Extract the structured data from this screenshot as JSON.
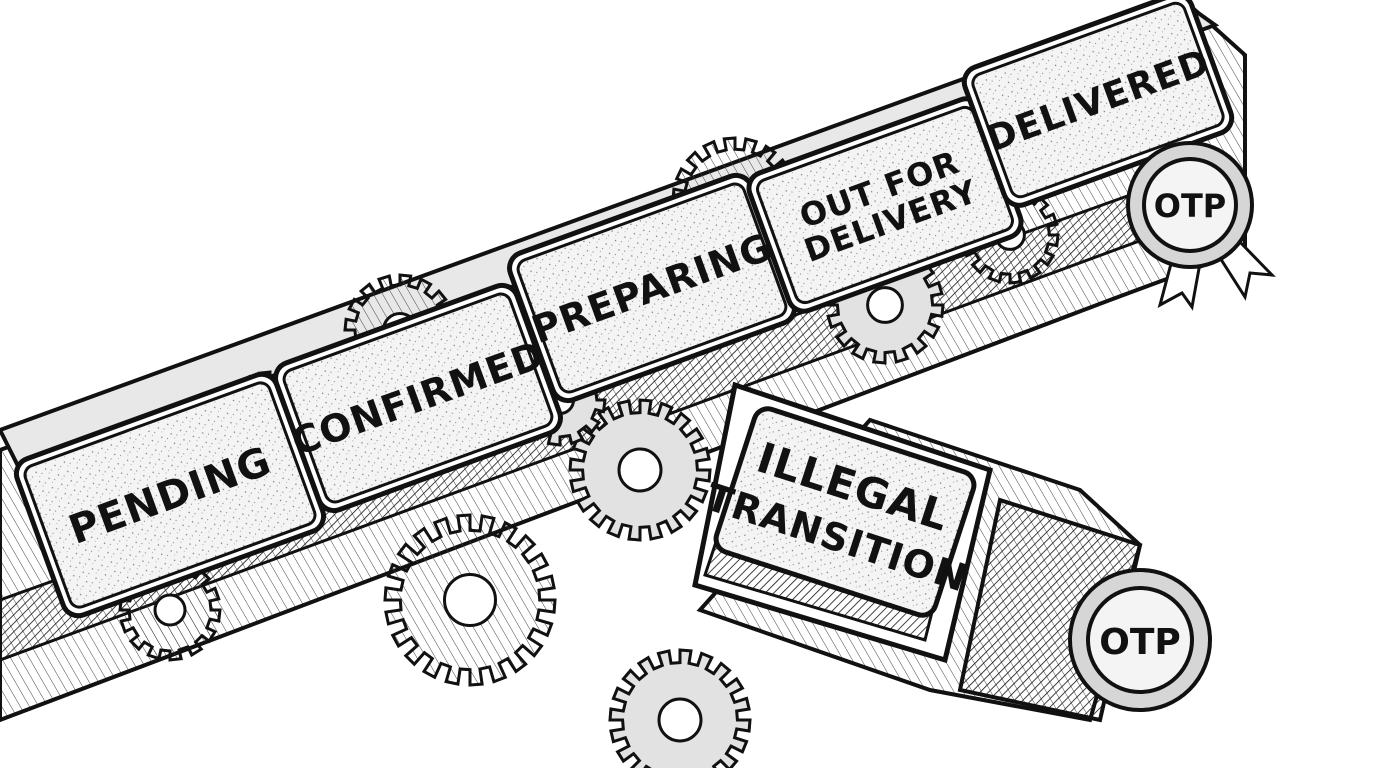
{
  "colors": {
    "ink": "#111111",
    "paper": "#ffffff",
    "plate_fill": "#f1f1f1",
    "shade": "#bdbdbd"
  },
  "pipeline": {
    "stages": [
      {
        "id": "pending",
        "lines": [
          "PENDING"
        ]
      },
      {
        "id": "confirmed",
        "lines": [
          "CONFIRMED"
        ]
      },
      {
        "id": "preparing",
        "lines": [
          "PREPARING"
        ]
      },
      {
        "id": "out-for-delivery",
        "lines": [
          "OUT FOR",
          "DELIVERY"
        ]
      },
      {
        "id": "delivered",
        "lines": [
          "DELIVERED"
        ]
      }
    ]
  },
  "branch": {
    "lines": [
      "ILLEGAL",
      "TRANSITION"
    ]
  },
  "seals": {
    "delivered_seal": "OTP",
    "branch_seal": "OTP"
  }
}
